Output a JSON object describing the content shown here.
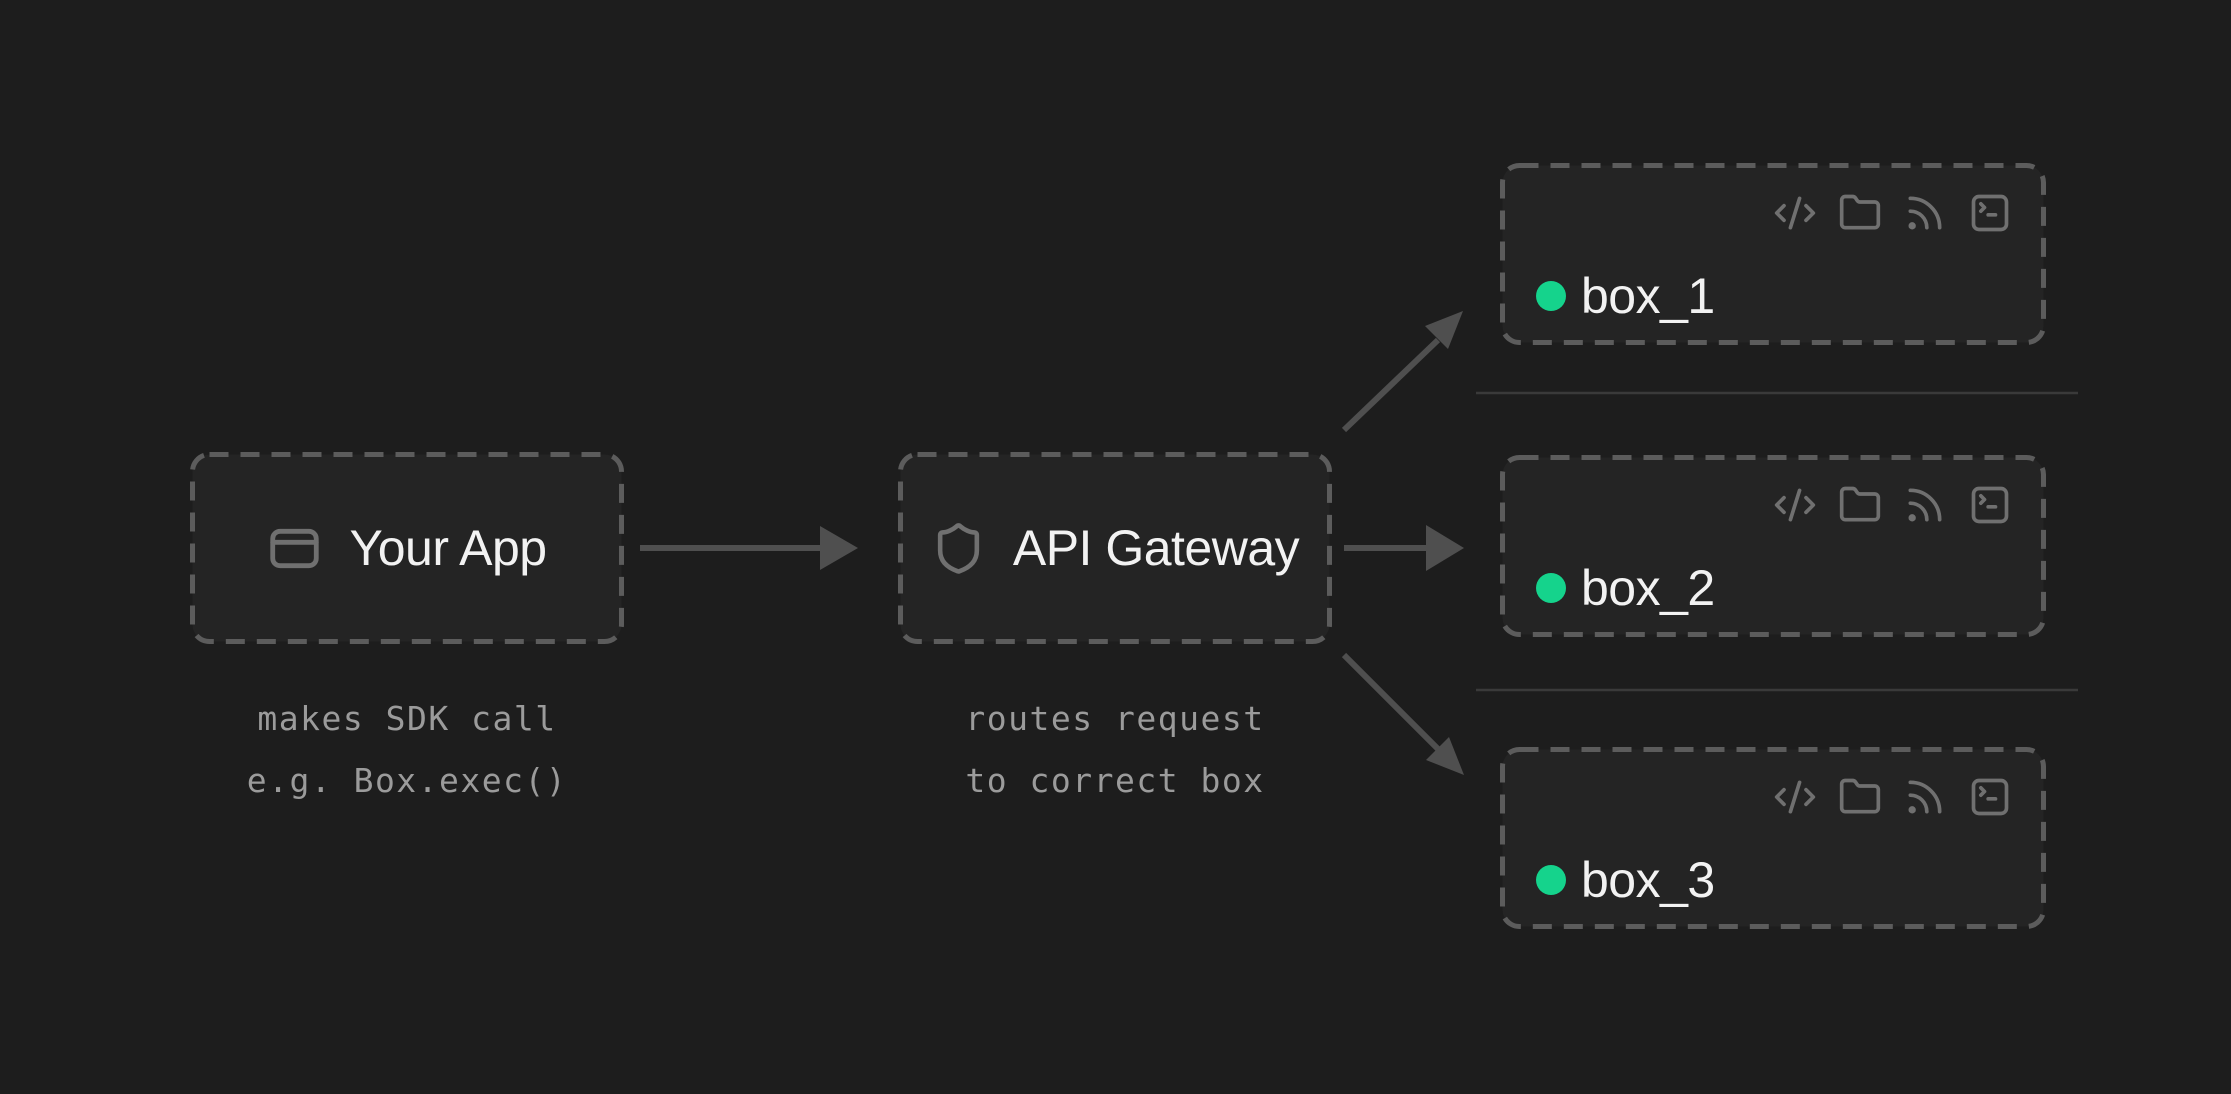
{
  "colors": {
    "background": "#1d1d1d",
    "node_fill": "#242424",
    "node_border": "#5c5c5c",
    "arrow": "#4f4f4f",
    "divider": "#3a3a3a",
    "icon_muted": "#707070",
    "label_text": "#f2f2f2",
    "caption_text": "#9b9b9b",
    "status_online": "#15d38c"
  },
  "diagram": {
    "app": {
      "label": "Your App",
      "icon": "app-window-icon",
      "caption": {
        "line1": "makes SDK call",
        "line2": "e.g. Box.exec()"
      }
    },
    "gateway": {
      "label": "API Gateway",
      "icon": "shield-icon",
      "caption": {
        "line1": "routes request",
        "line2": "to correct box"
      }
    },
    "boxes": [
      {
        "label": "box_1"
      },
      {
        "label": "box_2"
      },
      {
        "label": "box_3"
      }
    ],
    "box_toolbar_icons": [
      "code-icon",
      "folder-icon",
      "rss-icon",
      "terminal-icon"
    ],
    "connections": [
      {
        "from": "Your App",
        "to": "API Gateway"
      },
      {
        "from": "API Gateway",
        "to": "box_1"
      },
      {
        "from": "API Gateway",
        "to": "box_2"
      },
      {
        "from": "API Gateway",
        "to": "box_3"
      }
    ]
  }
}
